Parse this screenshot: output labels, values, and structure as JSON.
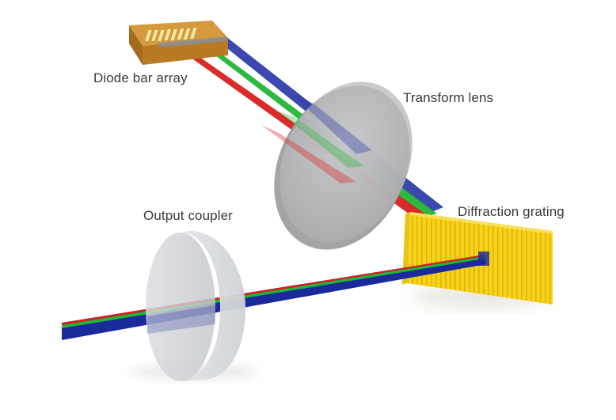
{
  "labels": {
    "diode_bar_array": "Diode bar array",
    "transform_lens": "Transform lens",
    "diffraction_grating": "Diffraction grating",
    "output_coupler": "Output coupler"
  },
  "colors": {
    "beam_blue": "#1a2a9a",
    "beam_green": "#1fae2e",
    "beam_red": "#d81c1c",
    "grating_yellow": "#f6cf14",
    "diode_block": "#c98a2e",
    "lens_gray": "#b9b9bb",
    "coupler_gray": "#d7d9dc"
  }
}
